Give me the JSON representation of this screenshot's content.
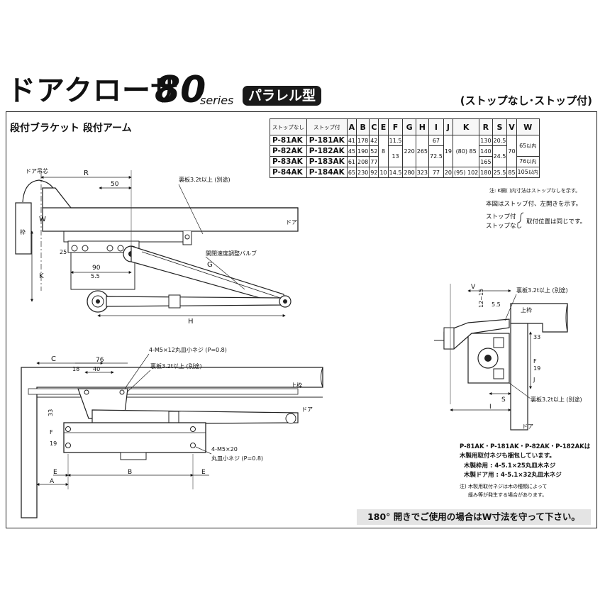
{
  "header": {
    "title": "ドアクローザ",
    "model": "80",
    "series": "series",
    "badge": "パラレル型",
    "variant": "(ストップなし･ストップ付)"
  },
  "bracket_label": "段付ブラケット 段付アーム",
  "table": {
    "header_no_stop": "ストップなし",
    "header_stop": "ストップ付",
    "columns": [
      "A",
      "B",
      "C",
      "E",
      "F",
      "G",
      "H",
      "I",
      "J",
      "K",
      "R",
      "S",
      "V",
      "W"
    ],
    "rows": [
      {
        "model": "P-81AK",
        "stop_model": "P-181AK",
        "A": "41",
        "B": "178",
        "C": "42",
        "F": "11.5",
        "I": "67",
        "R": "130",
        "S": "20.5"
      },
      {
        "model": "P-82AK",
        "stop_model": "P-182AK",
        "A": "45",
        "B": "190",
        "C": "52",
        "R": "140"
      },
      {
        "model": "P-83AK",
        "stop_model": "P-183AK",
        "A": "61",
        "B": "208",
        "C": "77",
        "R": "165"
      },
      {
        "model": "P-84AK",
        "stop_model": "P-184AK",
        "A": "65",
        "B": "230",
        "C": "92",
        "E": "10",
        "F": "14.5",
        "G": "280",
        "H": "323",
        "I": "77",
        "J": "20",
        "K": "(95) 102",
        "R": "180",
        "S": "25.5",
        "V": "85",
        "W": "105"
      },
      {
        "shared": {
          "E": "8",
          "F": "13",
          "G": "220",
          "H": "265",
          "I": "72.5",
          "J": "19",
          "K": "(80) 85",
          "S": "24.5",
          "V": "70",
          "W1": "65",
          "W2": "76"
        }
      }
    ],
    "w_unit": "以内"
  },
  "notes": {
    "k_note": "注: K欄(  )内寸法はストップなしを示す。",
    "figure_note": "本図はストップ付、左開きを示す。",
    "stop_yes": "ストップ付",
    "stop_no": "ストップなし",
    "mount_same": "取付位置は同じです。",
    "wood_1": "P-81AK・P-181AK・P-82AK・P-182AKは",
    "wood_2": "木製用取付ネジも梱包しています。",
    "wood_3": "木製枠用 : 4-5.1×25丸皿木ネジ",
    "wood_4": "木製ドア用 : 4-5.1×32丸皿木ネジ",
    "caution_1": "注) 木製用取付ネジは木の種類によって",
    "caution_2": "緩み等が発生する場合があります。",
    "notice": "180° 開きでご使用の場合はW寸法を守って下さい。"
  },
  "drawing_top": {
    "door_center": "ドア吊芯",
    "R": "R",
    "dim_50": "50",
    "backing_plate": "裏板3.2t以上 (別途)",
    "W": "W",
    "frame": "枠",
    "door": "ドア",
    "dim_25": "25",
    "dim_55": "5.5",
    "valve": "開閉速度調整バルブ",
    "G": "G",
    "dim_90": "90",
    "K": "K",
    "H": "H"
  },
  "drawing_bottom": {
    "screw_top": "4-M5×12丸皿小ネジ (P=0.8)",
    "C": "C",
    "dim_76": "76",
    "dim_18": "18",
    "dim_40": "40",
    "backing_plate": "裏板3.2t以上 (別途)",
    "upper_frame": "上枠",
    "door": "ドア",
    "dim_33": "33",
    "F": "F",
    "dim_19": "19",
    "screw_bottom_1": "4-M5×20",
    "screw_bottom_2": "丸皿小ネジ (P=0.8)",
    "E": "E",
    "B": "B",
    "A": "A"
  },
  "drawing_side": {
    "V": "V",
    "dim_12_15": "12~15",
    "backing_top": "裏板3.2t以上 (別途)",
    "dim_55": "5.5",
    "upper_frame": "上枠",
    "J": "J",
    "F": "F",
    "dim_19": "19",
    "dim_33": "33",
    "S": "S",
    "backing_bottom": "裏板3.2t以上 (別途)",
    "I": "I",
    "door": "ドア"
  }
}
